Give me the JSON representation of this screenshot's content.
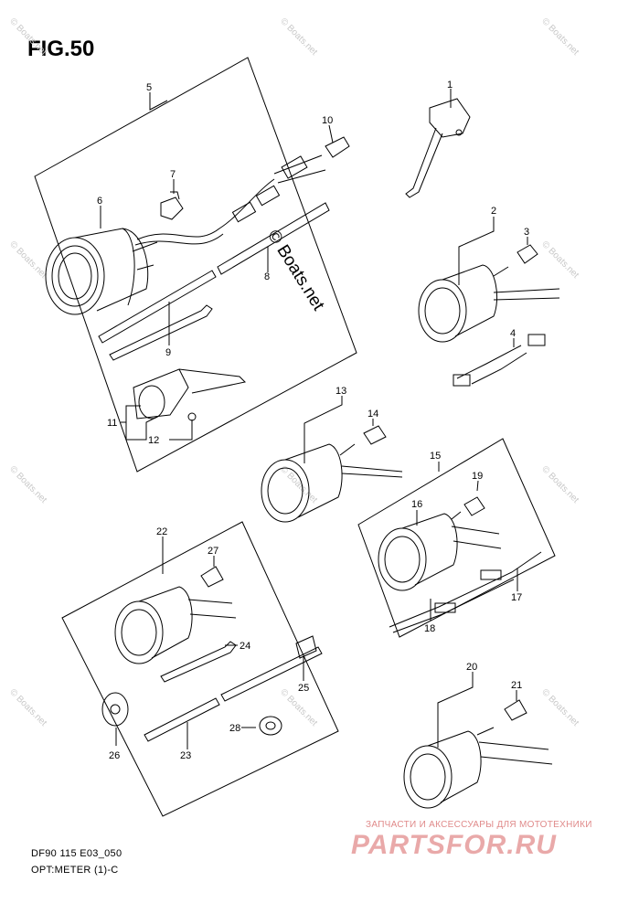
{
  "figure": {
    "title": "FIG.50"
  },
  "footer": {
    "code": "DF90 115 E03_050",
    "name": "OPT:METER (1)-C"
  },
  "watermark": {
    "corner_text": "© Boats.net",
    "center_text": "© Boats.net",
    "brand_sub": "ЗАПЧАСТИ И АКСЕССУАРЫ ДЛЯ МОТОТЕХНИКИ",
    "brand_main": "PARTSFOR.RU",
    "brand_color": "#e9a9a9"
  },
  "callouts": [
    "1",
    "2",
    "3",
    "4",
    "5",
    "6",
    "7",
    "8",
    "9",
    "10",
    "11",
    "12",
    "13",
    "14",
    "15",
    "16",
    "17",
    "18",
    "19",
    "20",
    "21",
    "22",
    "23",
    "24",
    "25",
    "26",
    "27",
    "28"
  ]
}
